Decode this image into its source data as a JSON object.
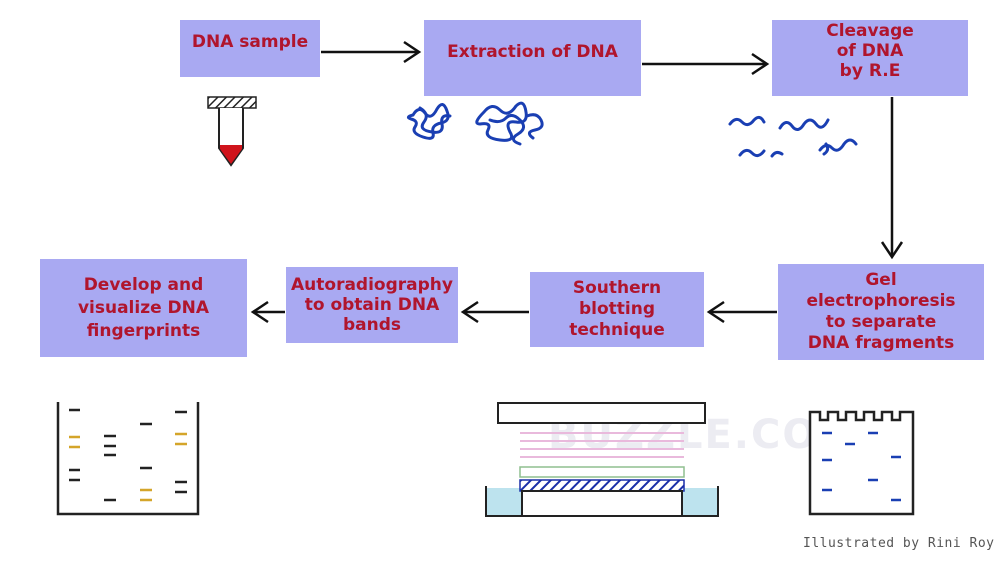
{
  "colors": {
    "box_fill": "#a9a9f2",
    "box_text": "#b0152d",
    "arrow": "#111111",
    "dna_blue": "#1a3fb3",
    "band_black": "#222222",
    "band_gold": "#d4a52a",
    "tube_red": "#d0141c",
    "membrane_pink": "#e9b9dc",
    "buffer_cyan": "#bde3ee"
  },
  "steps": [
    {
      "id": "dna-sample",
      "label": "DNA sample"
    },
    {
      "id": "extraction",
      "label": "Extraction of DNA"
    },
    {
      "id": "cleavage",
      "label": "Cleavage\nof DNA\nby  R.E"
    },
    {
      "id": "gel-electrophoresis",
      "label": "Gel\nelectrophoresis\nto separate\nDNA fragments"
    },
    {
      "id": "southern-blotting",
      "label": "Southern\nblotting\ntechnique"
    },
    {
      "id": "autoradiography",
      "label": "Autoradiography\nto obtain DNA\nbands"
    },
    {
      "id": "develop-visualize",
      "label": "Develop and\nvisualize DNA\nfingerprints"
    }
  ],
  "flow": [
    "dna-sample",
    "extraction",
    "cleavage",
    "gel-electrophoresis",
    "southern-blotting",
    "autoradiography",
    "develop-visualize"
  ],
  "icons": {
    "sample": "test-tube-icon",
    "extracted": "coiled-dna-icon",
    "fragments": "dna-fragments-icon",
    "blotting": "blotting-apparatus-icon",
    "gel": "gel-wells-icon",
    "fingerprint": "fingerprint-gel-icon"
  },
  "watermark": "BUZZLE.COM",
  "credit": "Illustrated by Rini Roy"
}
